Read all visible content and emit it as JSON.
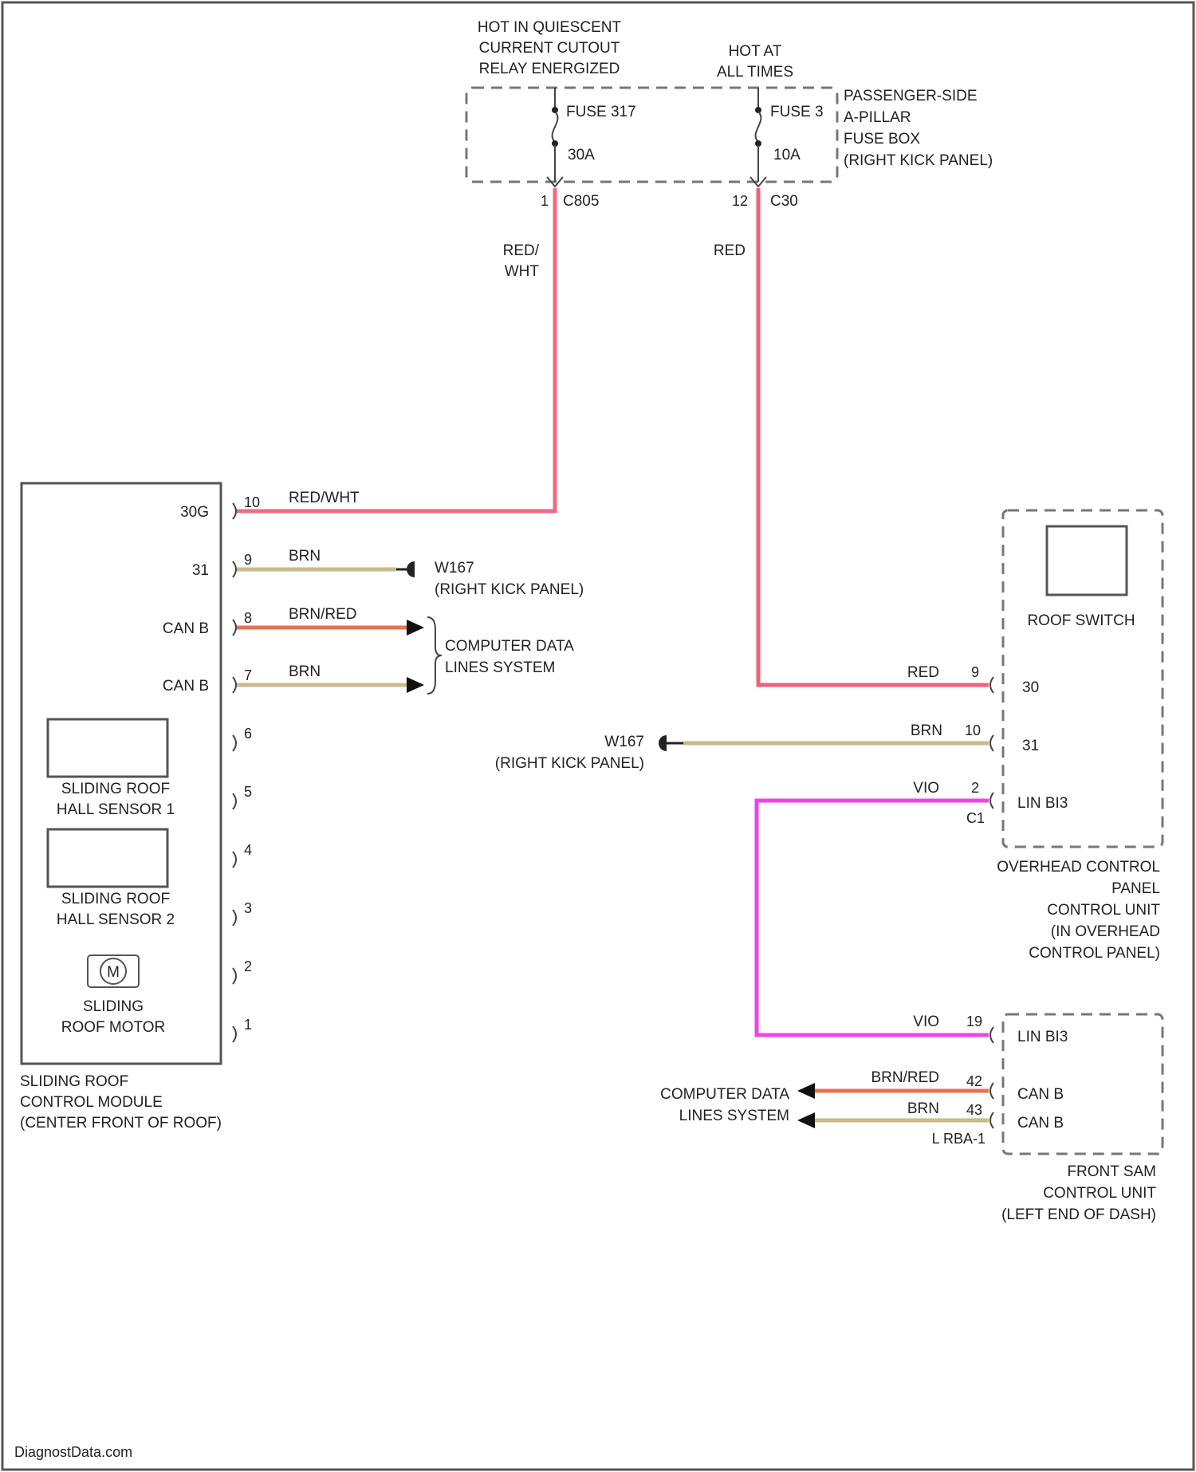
{
  "colors": {
    "red": "#f0607a",
    "red_wht": "#f06a80",
    "brn": "#cbb98a",
    "brn_red": "#e07552",
    "vio": "#ee44e6",
    "frame": "#555555"
  },
  "fuses": {
    "left_header": [
      "HOT IN QUIESCENT",
      "CURRENT CUTOUT",
      "RELAY ENERGIZED"
    ],
    "right_header": [
      "HOT AT",
      "ALL TIMES"
    ],
    "fuse1_name": "FUSE 317",
    "fuse1_amp": "30A",
    "fuse2_name": "FUSE 3",
    "fuse2_amp": "10A",
    "box_label": [
      "PASSENGER-SIDE",
      "A-PILLAR",
      "FUSE BOX",
      "(RIGHT KICK PANEL)"
    ],
    "conn1_pin": "1",
    "conn1_name": "C805",
    "conn2_pin": "12",
    "conn2_name": "C30"
  },
  "wires": {
    "w1_color": [
      "RED/",
      "WHT"
    ],
    "w2_color": "RED"
  },
  "sliding_module": {
    "pins": [
      {
        "label": "30G",
        "num": "10",
        "wire": "RED/WHT"
      },
      {
        "label": "31",
        "num": "9",
        "wire": "BRN"
      },
      {
        "label": "CAN B",
        "num": "8",
        "wire": "BRN/RED"
      },
      {
        "label": "CAN B",
        "num": "7",
        "wire": "BRN"
      },
      {
        "label": "",
        "num": "6",
        "wire": ""
      },
      {
        "label": "",
        "num": "5",
        "wire": ""
      },
      {
        "label": "",
        "num": "4",
        "wire": ""
      },
      {
        "label": "",
        "num": "3",
        "wire": ""
      },
      {
        "label": "",
        "num": "2",
        "wire": ""
      },
      {
        "label": "",
        "num": "1",
        "wire": ""
      }
    ],
    "ground_left": [
      "W167",
      "(RIGHT KICK PANEL)"
    ],
    "data_left": [
      "COMPUTER DATA",
      "LINES SYSTEM"
    ],
    "sensor1": [
      "SLIDING ROOF",
      "HALL SENSOR 1"
    ],
    "sensor2": [
      "SLIDING ROOF",
      "HALL SENSOR 2"
    ],
    "motor_symbol": "M",
    "motor": [
      "SLIDING",
      "ROOF MOTOR"
    ],
    "name": [
      "SLIDING ROOF",
      "CONTROL MODULE",
      "(CENTER FRONT OF ROOF)"
    ]
  },
  "overhead": {
    "switch": "ROOF SWITCH",
    "pins": [
      {
        "wire": "RED",
        "num": "9",
        "label": "30"
      },
      {
        "wire": "BRN",
        "num": "10",
        "label": "31"
      },
      {
        "wire": "VIO",
        "num": "2",
        "label": "LIN BI3"
      }
    ],
    "connector": "C1",
    "ground": [
      "W167",
      "(RIGHT KICK PANEL)"
    ],
    "name": [
      "OVERHEAD CONTROL",
      "PANEL",
      "CONTROL UNIT",
      "(IN OVERHEAD",
      "CONTROL PANEL)"
    ]
  },
  "sam": {
    "pins": [
      {
        "wire": "VIO",
        "num": "19",
        "label": "LIN BI3"
      },
      {
        "wire": "BRN/RED",
        "num": "42",
        "label": "CAN B"
      },
      {
        "wire": "BRN",
        "num": "43",
        "label": "CAN B"
      }
    ],
    "connector": "L RBA-1",
    "data": [
      "COMPUTER DATA",
      "LINES SYSTEM"
    ],
    "name": [
      "FRONT SAM",
      "CONTROL UNIT",
      "(LEFT END OF DASH)"
    ]
  },
  "watermark": "DiagnostData.com"
}
